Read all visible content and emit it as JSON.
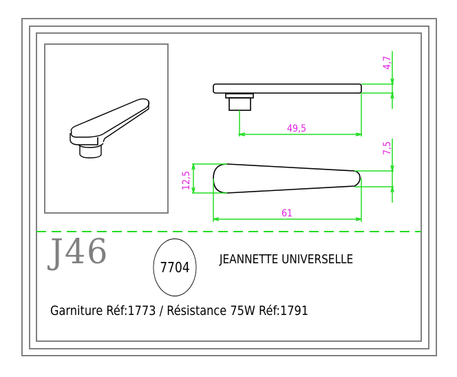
{
  "drawing": {
    "code": "J46",
    "reference_number": "7704",
    "title": "JEANNETTE UNIVERSELLE",
    "references_line": "Garniture Réf:1773  /  Résistance 75W Réf:1791"
  },
  "dimensions": {
    "side_thickness": "4,7",
    "side_length": "49,5",
    "top_width_large": "12,5",
    "top_width_small": "7,5",
    "top_length": "61"
  },
  "views": {
    "isometric": "isometric-view",
    "side": "side-view",
    "top": "top-view"
  },
  "colors": {
    "frame": "#808080",
    "dimension_lines": "#22dd22",
    "dimension_text": "#e020e0",
    "outline": "#000000",
    "code_text": "#808080"
  }
}
